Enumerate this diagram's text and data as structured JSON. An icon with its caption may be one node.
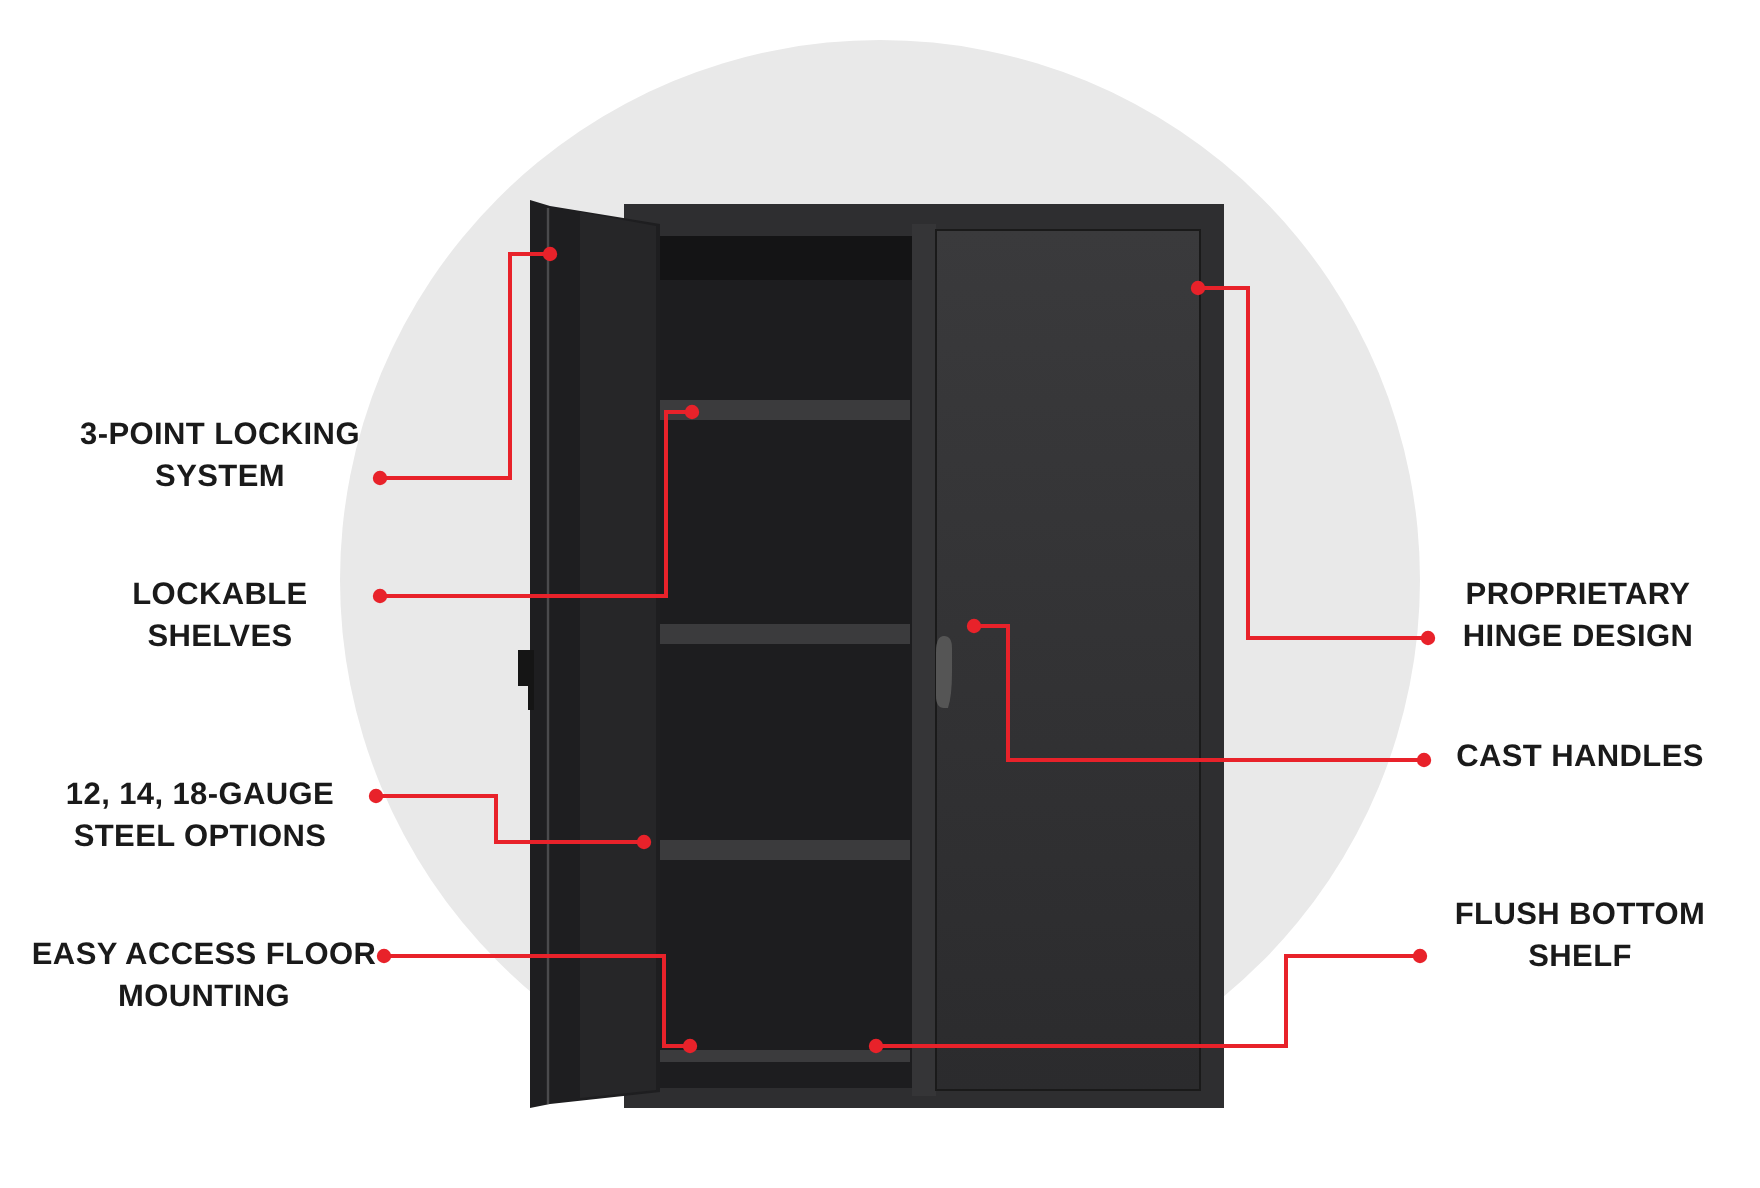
{
  "diagram": {
    "nodes": [
      {
        "text": [
          "3-POINT LOCKING SYSTEM"
        ]
      },
      {
        "text": [
          "LOCKABLE SHELVES"
        ]
      },
      {
        "text": [
          "12, 14, 18-GAUGE STEEL OPTIONS"
        ]
      },
      {
        "text": [
          "EASY ACCESS FLOOR MOUNTING"
        ]
      },
      {
        "text": [
          "PROPRIETARY HINGE DESIGN"
        ]
      },
      {
        "text": [
          "CAST HANDLES"
        ]
      },
      {
        "text": [
          "FLUSH BOTTOM SHELF"
        ]
      }
    ],
    "edges": [
      {
        "from": 0,
        "to": null,
        "arrow": "other"
      },
      {
        "from": 1,
        "to": null,
        "arrow": "other"
      },
      {
        "from": 2,
        "to": null,
        "arrow": "other"
      },
      {
        "from": 3,
        "to": null,
        "arrow": "other"
      },
      {
        "from": 4,
        "to": null,
        "arrow": "other"
      },
      {
        "from": 5,
        "to": null,
        "arrow": "other"
      },
      {
        "from": 6,
        "to": null,
        "arrow": "other"
      }
    ]
  }
}
